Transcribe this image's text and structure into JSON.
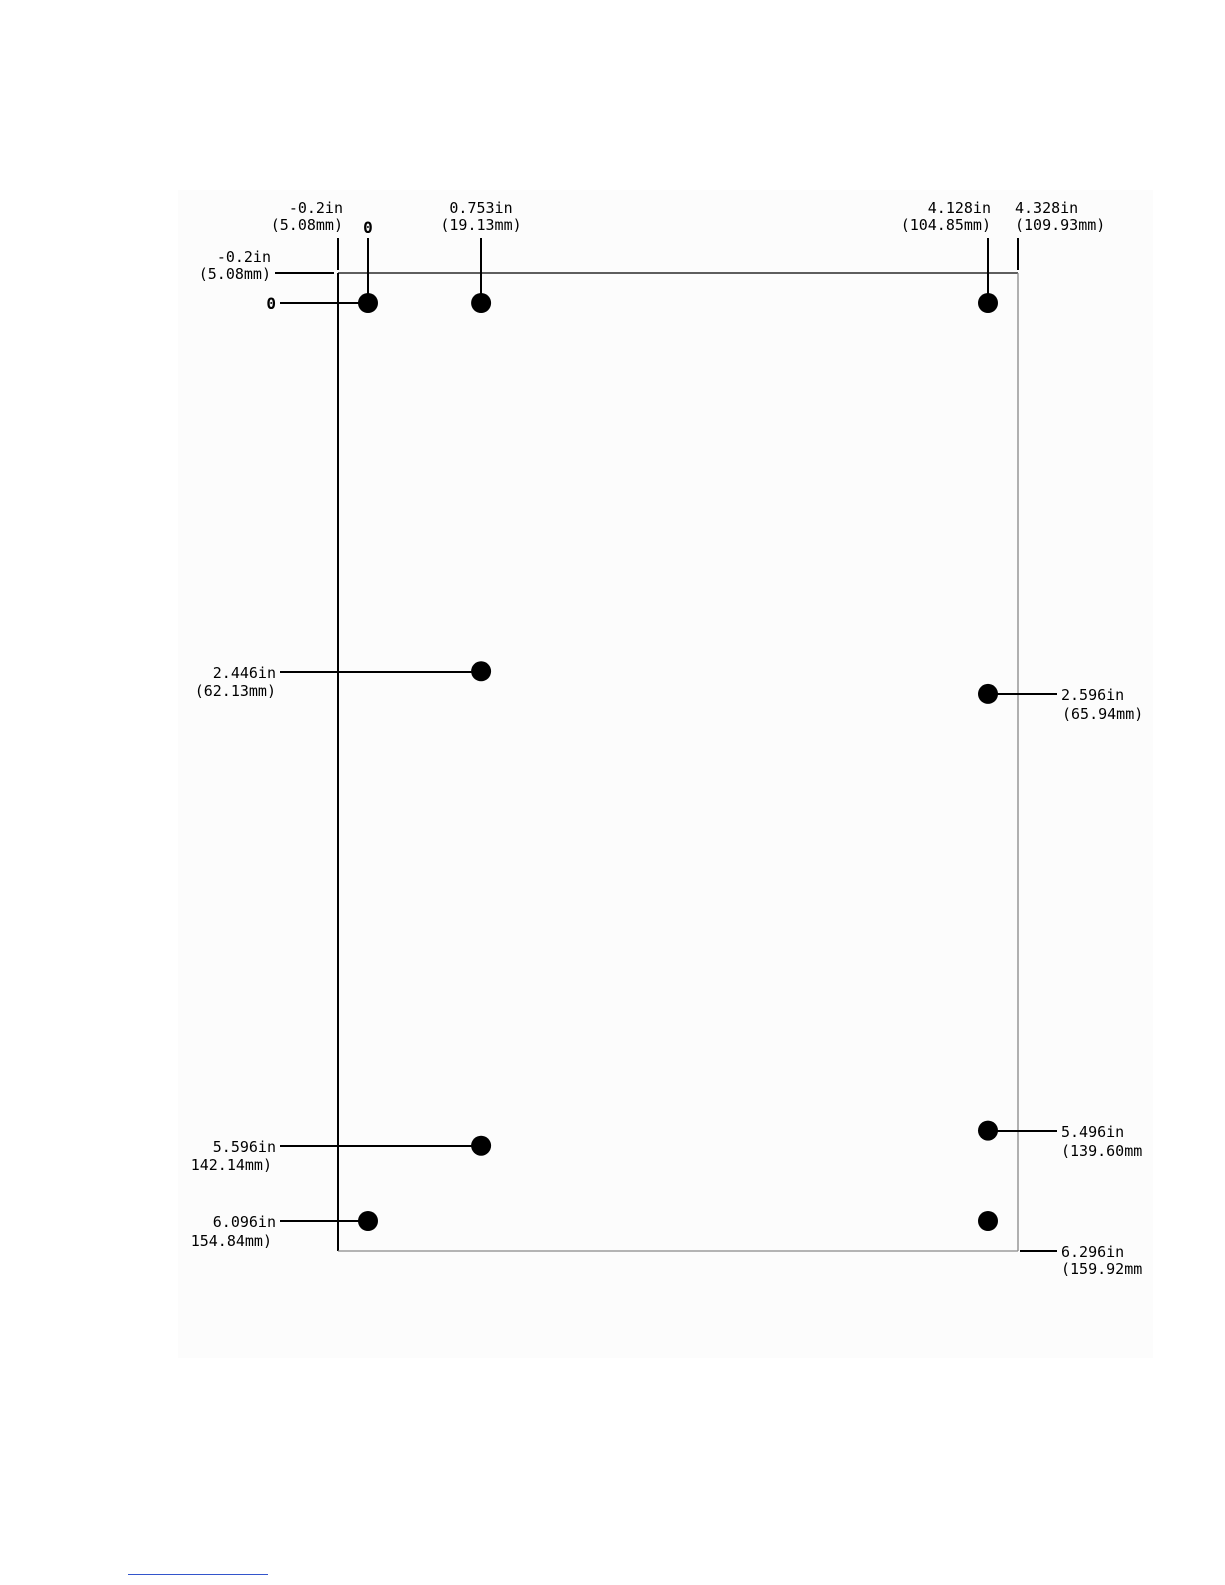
{
  "origin_labels": {
    "x_zero": "0",
    "y_zero": "0"
  },
  "x_dimensions": [
    {
      "id": "xm02",
      "value": "-0.2in",
      "metric": "(5.08mm)"
    },
    {
      "id": "x0753",
      "value": "0.753in",
      "metric": "(19.13mm)"
    },
    {
      "id": "x4128",
      "value": "4.128in",
      "metric": "(104.85mm)"
    },
    {
      "id": "x4328",
      "value": "4.328in",
      "metric": "(109.93mm)"
    }
  ],
  "y_dimensions": [
    {
      "id": "ym02",
      "value": "-0.2in",
      "metric": "(5.08mm)"
    },
    {
      "id": "y2446",
      "value": "2.446in",
      "metric": "(62.13mm)"
    },
    {
      "id": "y2596",
      "value": "2.596in",
      "metric": "(65.94mm)"
    },
    {
      "id": "y5496",
      "value": "5.496in",
      "metric": "(139.60mm"
    },
    {
      "id": "y5596",
      "value": "5.596in",
      "metric": "142.14mm)"
    },
    {
      "id": "y6096",
      "value": "6.096in",
      "metric": "154.84mm)"
    },
    {
      "id": "y6296",
      "value": "6.296in",
      "metric": "(159.92mm"
    }
  ],
  "holes": [
    {
      "x_in": 0,
      "y_in": 0
    },
    {
      "x_in": 0.753,
      "y_in": 0
    },
    {
      "x_in": 4.128,
      "y_in": 0
    },
    {
      "x_in": 0.753,
      "y_in": 2.446
    },
    {
      "x_in": 4.128,
      "y_in": 2.596
    },
    {
      "x_in": 4.128,
      "y_in": 5.496
    },
    {
      "x_in": 0.753,
      "y_in": 5.596
    },
    {
      "x_in": 0,
      "y_in": 6.096
    },
    {
      "x_in": 4.128,
      "y_in": 6.096
    }
  ],
  "colors": {
    "background_panel": "#fcfcfc",
    "ink": "#000000",
    "board_edge": "#888888"
  }
}
